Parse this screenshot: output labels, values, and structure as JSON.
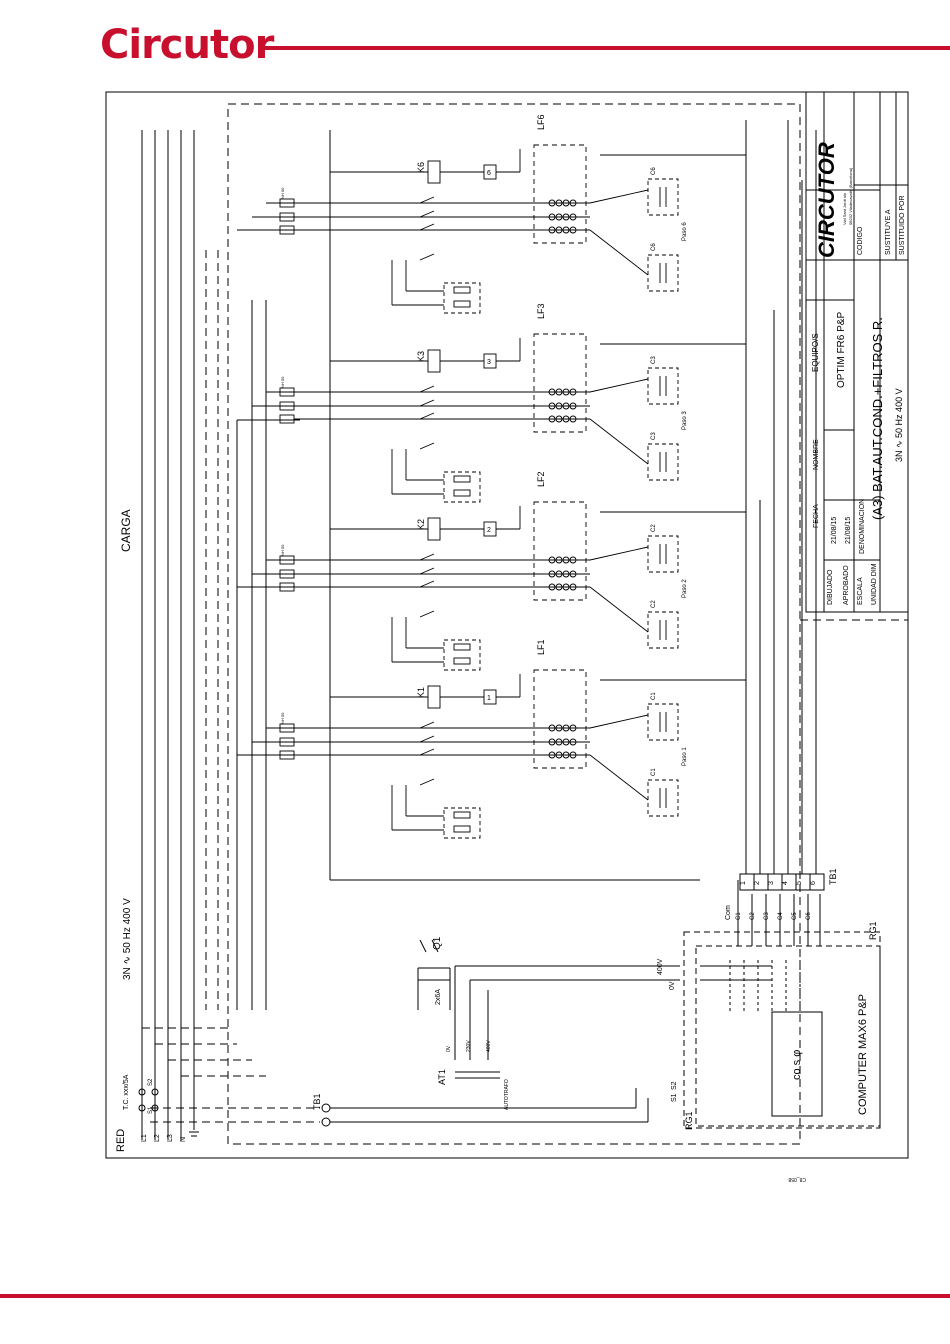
{
  "header": {
    "brand": "Circutor"
  },
  "labels": {
    "red": "RED",
    "carga": "CARGA",
    "supply": "3N ∿ 50 Hz 400 V",
    "tc": "T.C. xxx/5A",
    "line_l1": "L1",
    "line_l2": "L2",
    "line_l3": "L3",
    "line_n": "N",
    "s1": "S1",
    "s2": "S2",
    "tb1": "TB1",
    "q1": "Q1",
    "fuse_rating": "2x6A",
    "at1": "AT1",
    "autotrafo": "AUTOTRAFO",
    "tap0": "0V",
    "tap230": "230V",
    "tap400": "400V",
    "v400": "400V",
    "v0": "0V",
    "rg1": "RG1",
    "com": "Com",
    "cos": "co s φ",
    "computer": "COMPUTER MAX6 P&P",
    "code": "C8_058",
    "fuse_tag": "NH 00"
  },
  "steps": [
    {
      "contactor": "K1",
      "filter": "LF1",
      "relay": "1",
      "cap": "C1",
      "paso": "Paso 1"
    },
    {
      "contactor": "K2",
      "filter": "LF2",
      "relay": "2",
      "cap": "C2",
      "paso": "Paso 2"
    },
    {
      "contactor": "K3",
      "filter": "LF3",
      "relay": "3",
      "cap": "C3",
      "paso": "Paso 3"
    },
    {
      "contactor": "K6",
      "filter": "LF6",
      "relay": "6",
      "cap": "C6",
      "paso": "Paso 6"
    }
  ],
  "outputs": [
    "C1",
    "C2",
    "C3",
    "C4",
    "C5",
    "C6"
  ],
  "terminals": [
    "1",
    "2",
    "3",
    "4",
    "5",
    "6"
  ],
  "title_block": {
    "dibujado": "DIBUJADO",
    "aprobado": "APROBADO",
    "escala": "ESCALA",
    "unidad": "UNIDAD DIM",
    "fecha_h": "FECHA",
    "fecha1": "21/08/15",
    "fecha2": "21/08/15",
    "denominacion_h": "DENOMINACION",
    "nombre_h": "NOMBRE",
    "equipos_h": "EQUIPO/S",
    "equipos": "OPTIM FR6 P&P",
    "title": "(A3) BAT.AUT.COND.+FILTROS R.",
    "subtitle": "3N ∿ 50 Hz 400 V",
    "logo": "CIRCUTOR",
    "address1": "Vial Sant Jordi s/n",
    "address2": "08232 Viladecavalls (Barcelona)",
    "codigo_h": "CODIGO",
    "sustituye": "SUSTITUYE A",
    "sustituido": "SUSTITUIDO POR"
  }
}
